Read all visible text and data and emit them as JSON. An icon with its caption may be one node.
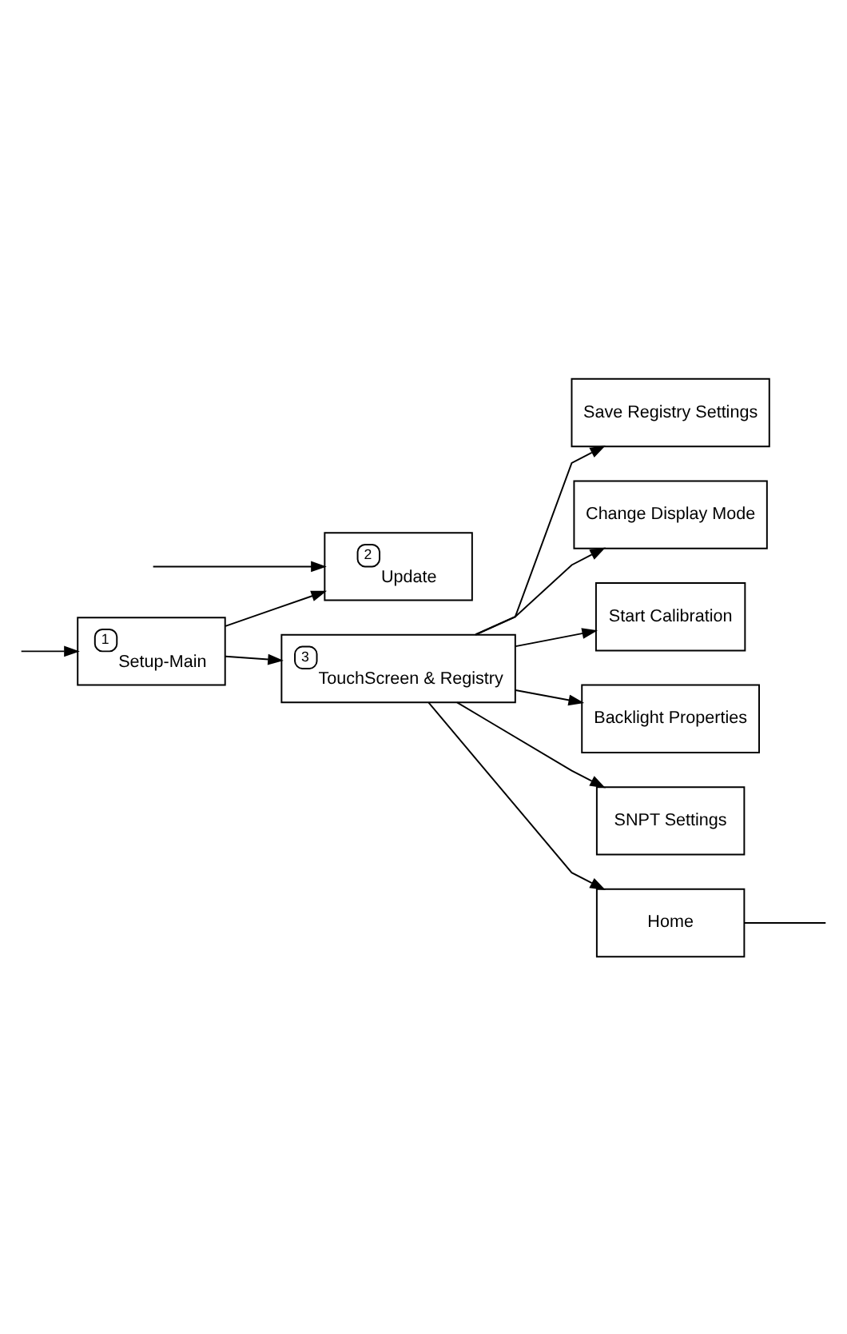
{
  "diagram": {
    "nodes": [
      {
        "text": [
          "1",
          "Setup-Main"
        ]
      },
      {
        "text": [
          "2",
          "Update"
        ]
      },
      {
        "text": [
          "3",
          "TouchScreen & Registry"
        ]
      },
      {
        "text": [
          "Save Registry Settings"
        ]
      },
      {
        "text": [
          "Change Display Mode"
        ]
      },
      {
        "text": [
          "Start Calibration"
        ]
      },
      {
        "text": [
          "Backlight Properties"
        ]
      },
      {
        "text": [
          "SNPT Settings"
        ]
      },
      {
        "text": [
          "Home"
        ]
      }
    ],
    "edges": [
      {
        "from": null,
        "to": 0,
        "arrow": "to"
      },
      {
        "from": null,
        "to": 1,
        "arrow": "to"
      },
      {
        "from": 0,
        "to": 1,
        "arrow": "to"
      },
      {
        "from": 0,
        "to": 2,
        "arrow": "to"
      },
      {
        "from": 2,
        "to": 3,
        "arrow": "to"
      },
      {
        "from": 2,
        "to": 4,
        "arrow": "to"
      },
      {
        "from": 2,
        "to": 5,
        "arrow": "to"
      },
      {
        "from": 2,
        "to": 6,
        "arrow": "to"
      },
      {
        "from": 2,
        "to": 7,
        "arrow": "to"
      },
      {
        "from": 2,
        "to": 8,
        "arrow": "to"
      },
      {
        "from": 8,
        "to": null,
        "arrow": "none"
      }
    ]
  }
}
